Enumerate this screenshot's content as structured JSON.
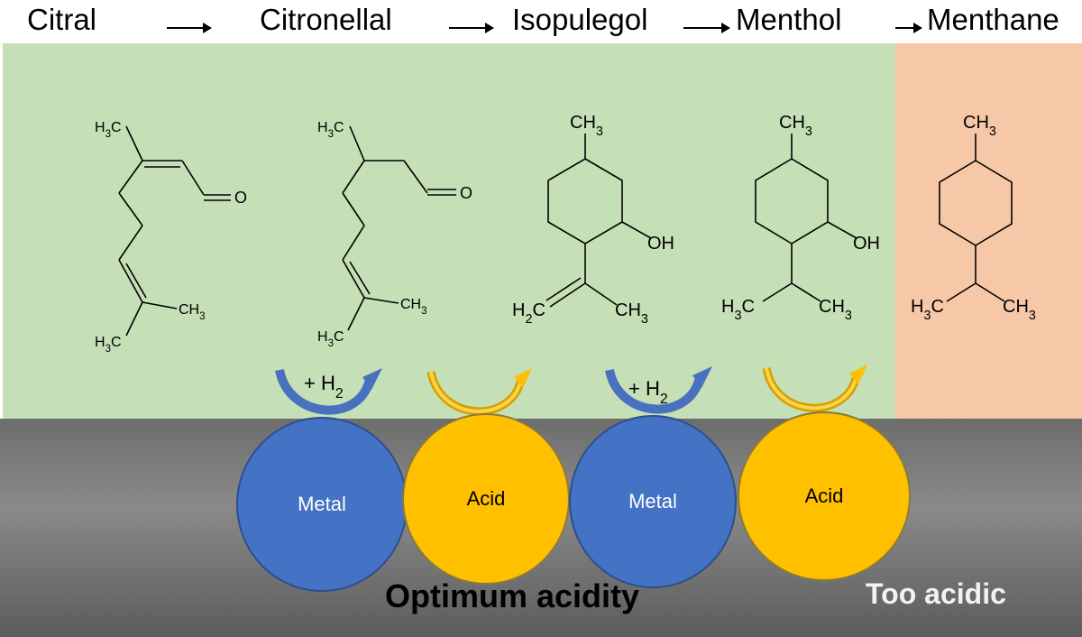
{
  "pathway": {
    "step1": "Citral",
    "step2": "Citronellal",
    "step3": "Isopulegol",
    "step4": "Menthol",
    "step5": "Menthane"
  },
  "structures": {
    "citral": {
      "h3c_top": "H3C",
      "o": "O",
      "ch3_right": "CH3",
      "h3c_bottom": "H3C"
    },
    "citronellal": {
      "h3c_top": "H3C",
      "o": "O",
      "ch3_right": "CH3",
      "h3c_bottom": "H3C"
    },
    "isopulegol": {
      "ch3_top": "CH3",
      "oh": "OH",
      "h2c": "H2C",
      "ch3_bottom": "CH3"
    },
    "menthol": {
      "ch3_top": "CH3",
      "oh": "OH",
      "h3c": "H3C",
      "ch3_bottom": "CH3"
    },
    "menthane": {
      "ch3_top": "CH3",
      "h3c": "H3C",
      "ch3_bottom": "CH3"
    }
  },
  "hydrogen_label": "+ H2",
  "sites": [
    {
      "label": "Metal",
      "kind": "metal"
    },
    {
      "label": "Acid",
      "kind": "acid"
    },
    {
      "label": "Metal",
      "kind": "metal"
    },
    {
      "label": "Acid",
      "kind": "acid"
    }
  ],
  "zones": {
    "optimum": "Optimum acidity",
    "too_acidic": "Too acidic"
  },
  "colors": {
    "optimum_zone": "#c5dfb6",
    "too_acidic_zone": "#f7c8a8",
    "metal": "#4472c4",
    "acid": "#ffc000"
  }
}
